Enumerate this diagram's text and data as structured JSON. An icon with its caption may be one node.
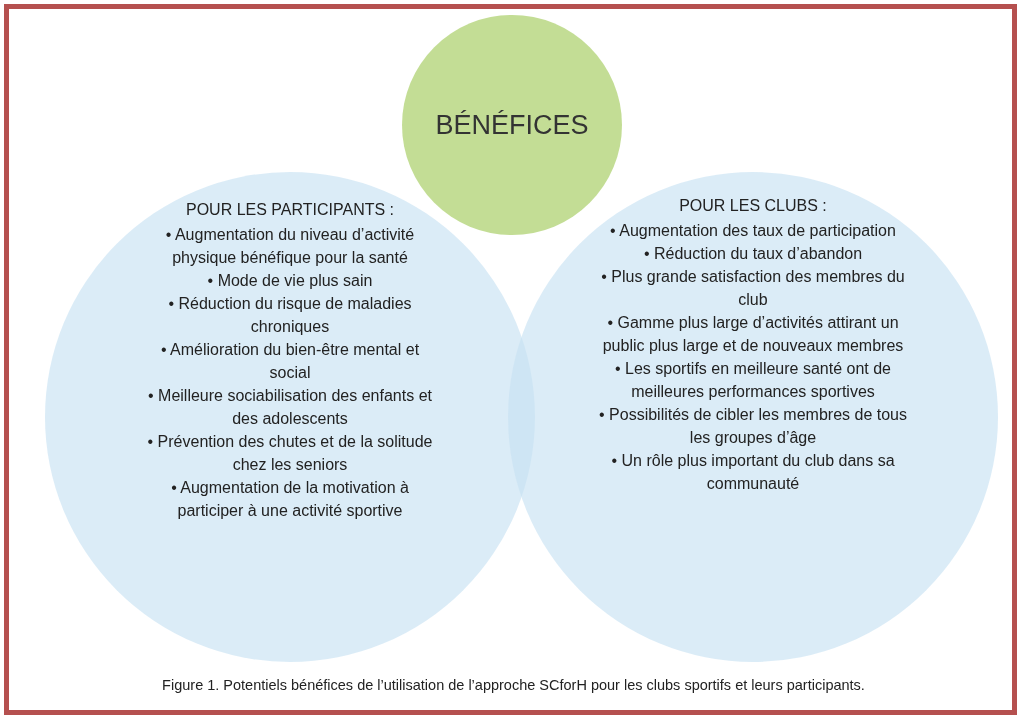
{
  "diagram": {
    "caption": "Figure 1. Potentiels bénéfices de l’utilisation de l’approche SCforH pour les clubs sportifs et leurs participants.",
    "nodes": [
      {
        "text": [
          "BÉNÉFICES"
        ]
      },
      {
        "text": [
          "POUR LES PARTICIPANTS :",
          "• Augmentation du niveau d’activité physique bénéfique pour la santé",
          "• Mode de vie plus sain",
          "• Réduction du risque de maladies chroniques",
          "• Amélioration du bien-être mental et social",
          "• Meilleure sociabilisation des enfants et des adolescents",
          "• Prévention des chutes et de la solitude chez les seniors",
          "• Augmentation de la motivation à participer à une activité sportive"
        ]
      },
      {
        "text": [
          "POUR LES CLUBS :",
          "• Augmentation des taux de participation",
          "• Réduction du taux d’abandon",
          "• Plus grande satisfaction des membres du club",
          "• Gamme plus large d’activités attirant un public plus large et de nouveaux membres",
          "• Les sportifs en meilleure santé ont de meilleures performances sportives",
          "• Possibilités de cibler les membres de tous les groupes d’âge",
          "• Un rôle plus important du club dans sa communauté"
        ]
      }
    ]
  }
}
